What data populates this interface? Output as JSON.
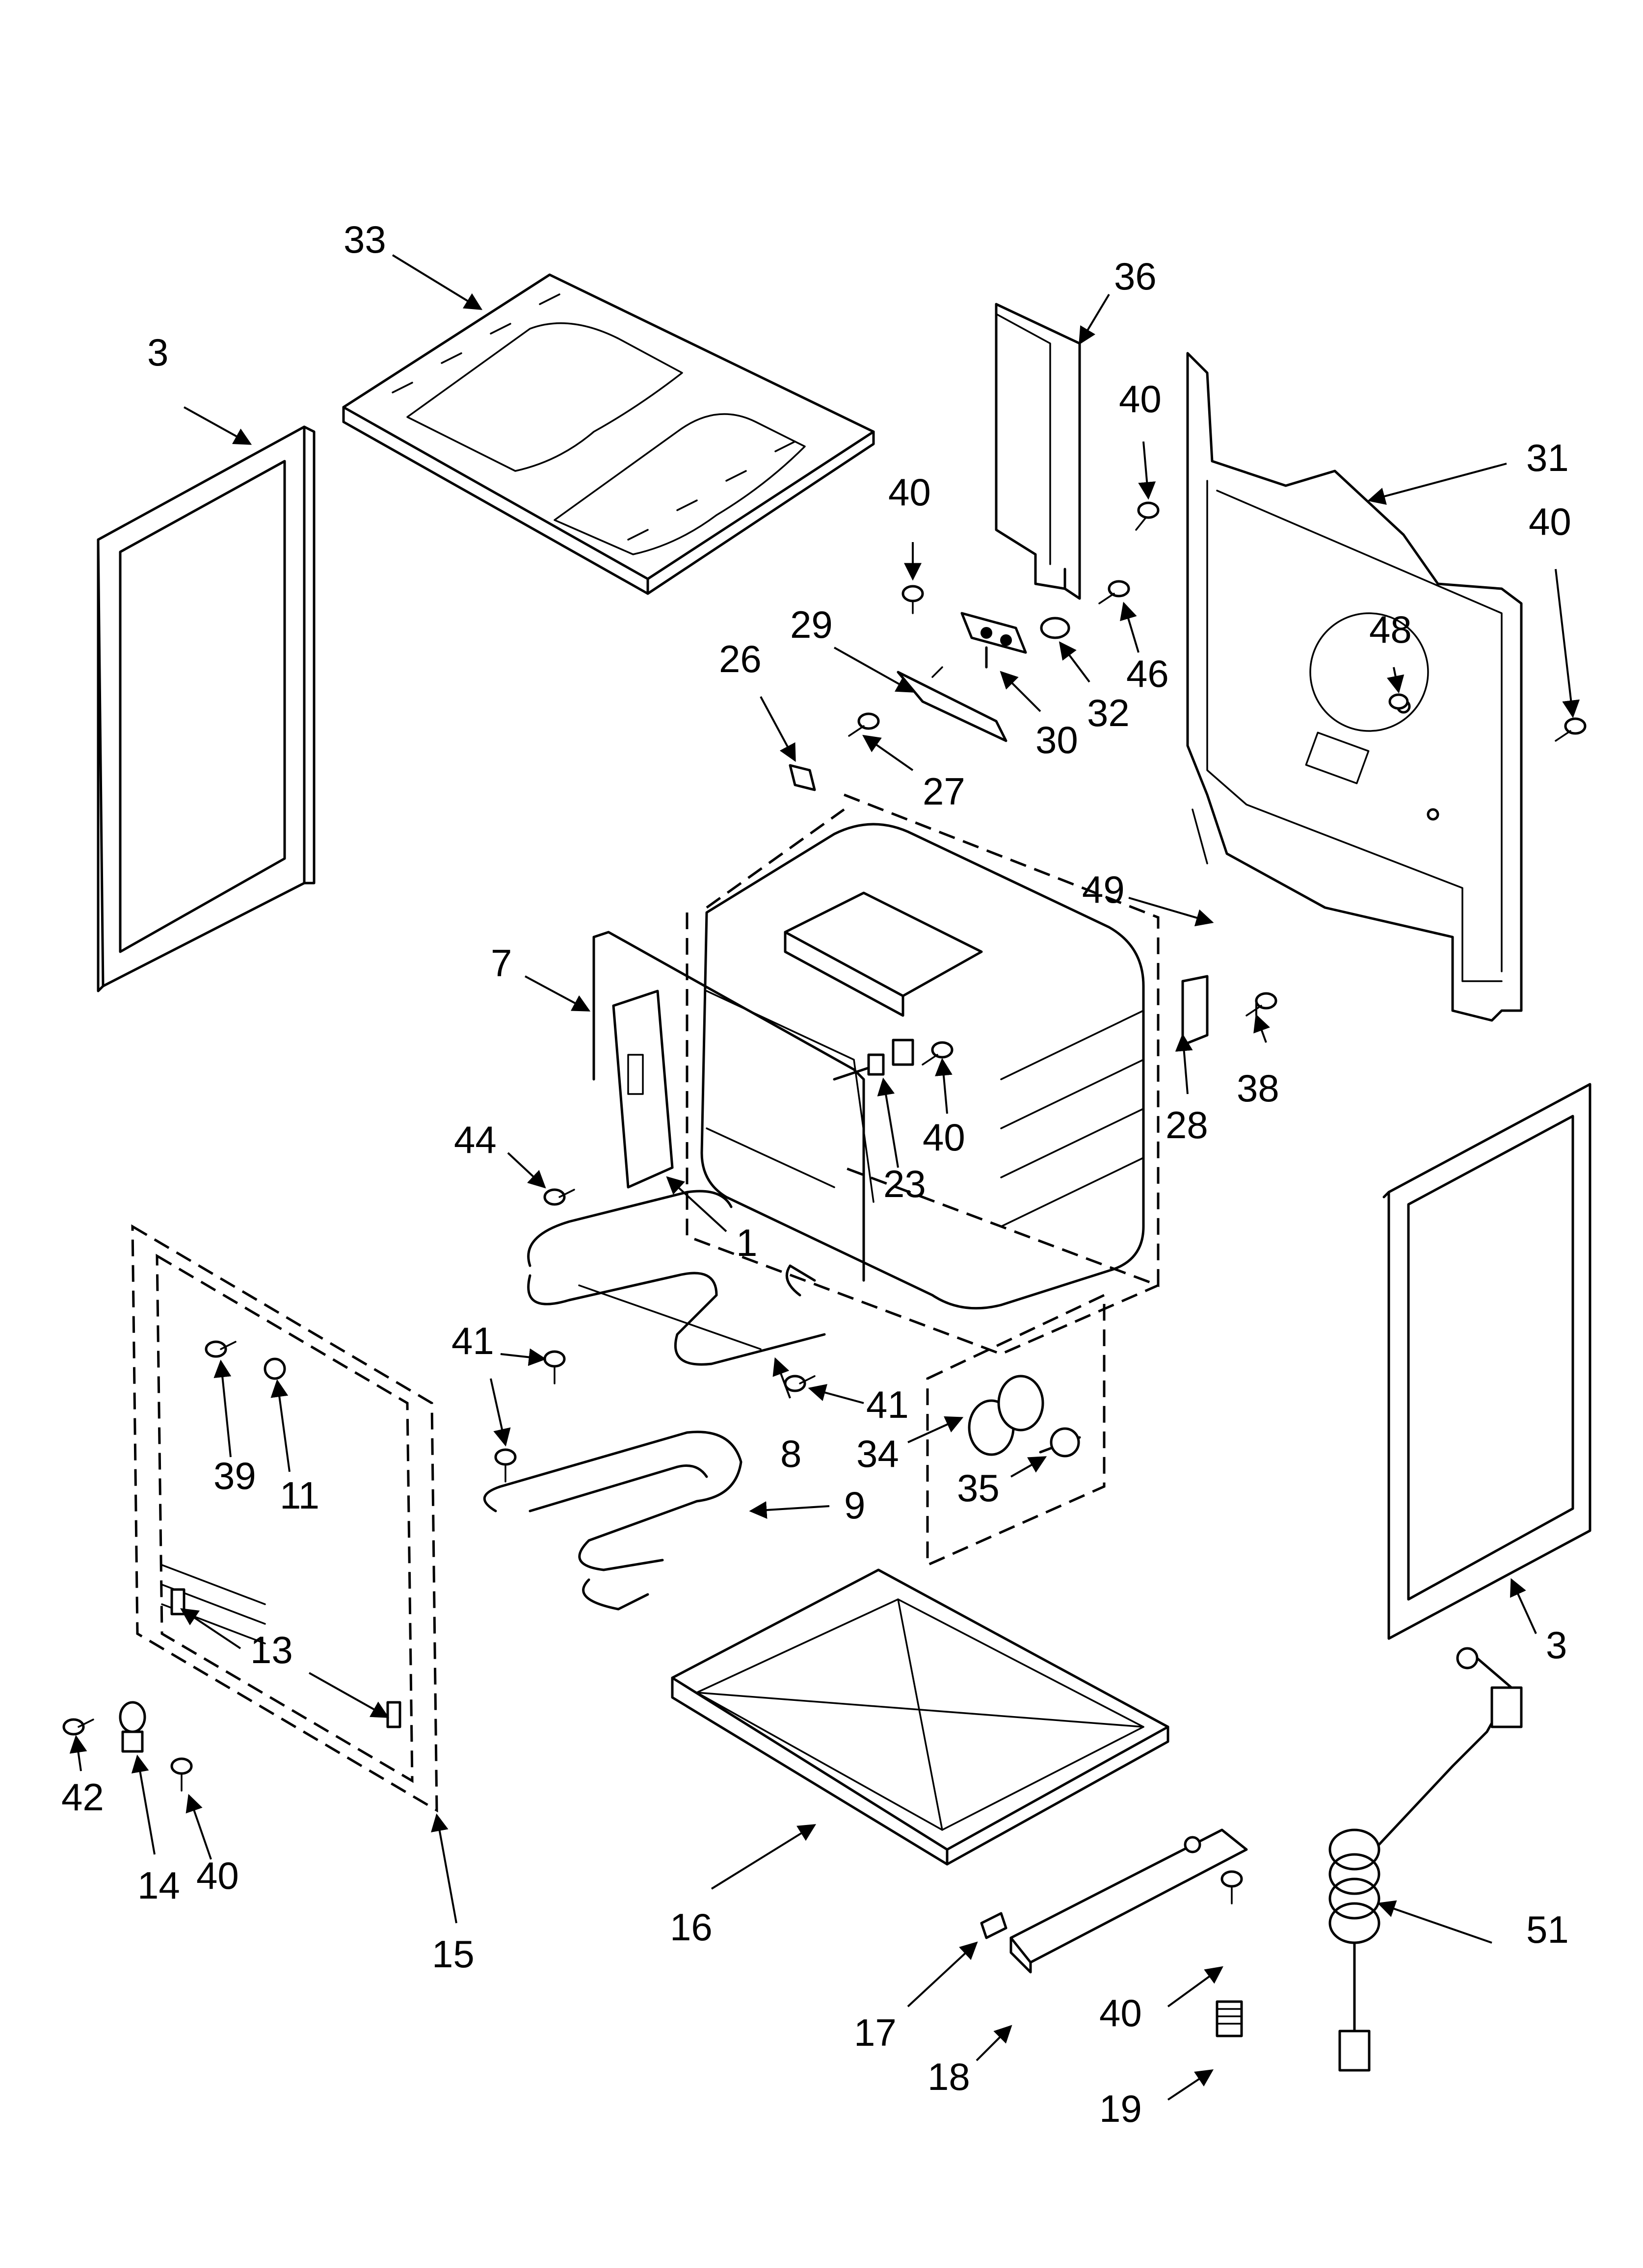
{
  "callouts": {
    "c1": "1",
    "c3a": "3",
    "c3b": "3",
    "c7": "7",
    "c8": "8",
    "c9": "9",
    "c11": "11",
    "c13": "13",
    "c14": "14",
    "c15": "15",
    "c16": "16",
    "c17": "17",
    "c18": "18",
    "c19": "19",
    "c23": "23",
    "c26": "26",
    "c27": "27",
    "c28": "28",
    "c29": "29",
    "c30": "30",
    "c31": "31",
    "c32": "32",
    "c33": "33",
    "c34": "34",
    "c35": "35",
    "c36": "36",
    "c38": "38",
    "c39": "39",
    "c40a": "40",
    "c40b": "40",
    "c40c": "40",
    "c40d": "40",
    "c40e": "40",
    "c40f": "40",
    "c41a": "41",
    "c41b": "41",
    "c42": "42",
    "c44": "44",
    "c46": "46",
    "c48": "48",
    "c49": "49",
    "c51": "51"
  }
}
